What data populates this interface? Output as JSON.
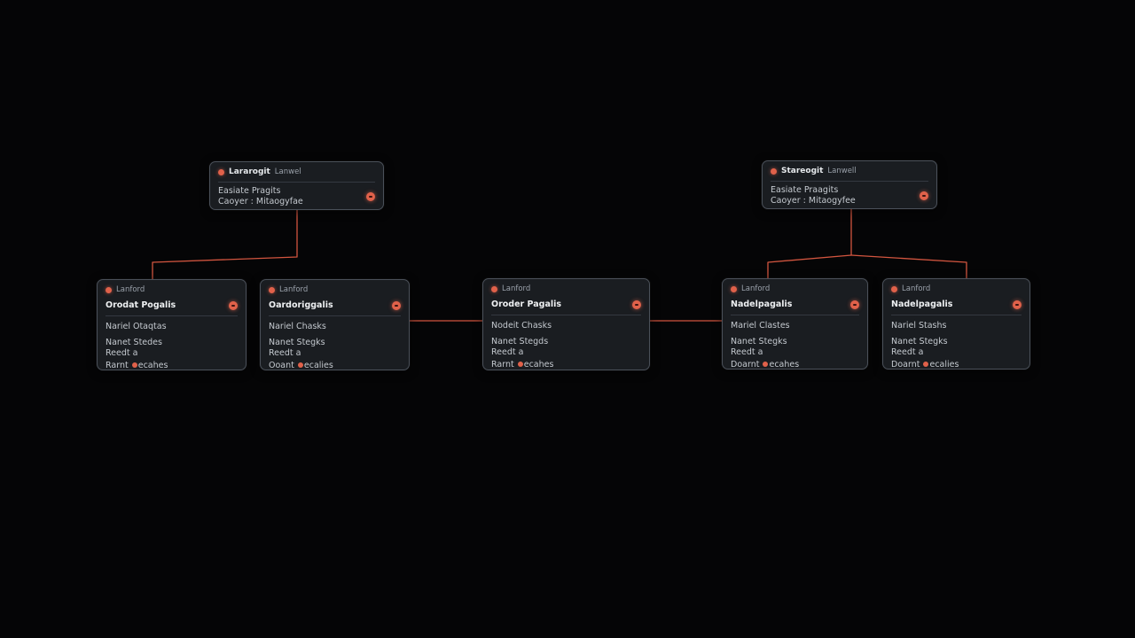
{
  "colors": {
    "background": "#050506",
    "card": "#1a1d21",
    "card_border": "#4a5059",
    "accent": "#e0614a",
    "connector": "#d2553f"
  },
  "icons": {
    "header_dot": "status-dot-icon",
    "card_status": "minus-circle-icon"
  },
  "roots": [
    {
      "header_name": "Lararogit",
      "header_sub": "Lanwel",
      "line1": "Easiate Pragits",
      "line2": "Caoyer : Mitaogyfae"
    },
    {
      "header_name": "Stareogit",
      "header_sub": "Lanwell",
      "line1": "Easiate Praagits",
      "line2": "Caoyer : Mitaogyfee"
    }
  ],
  "children": [
    {
      "header": "Lanford",
      "title": "Orodat Pogalis",
      "line1": "Nariel Otaqtas",
      "line2": "Nanet Stedes",
      "line3": "Reedt a",
      "last_pre": "Rarnt ",
      "last_post": "ecahes"
    },
    {
      "header": "Lanford",
      "title": "Oardoriggalis",
      "line1": "Nariel Chasks",
      "line2": "Nanet Stegks",
      "line3": "Reedt a",
      "last_pre": "Ooant ",
      "last_post": "ecalies"
    },
    {
      "header": "Lanford",
      "title": "Oroder Pagalis",
      "line1": "Nodeit Chasks",
      "line2": "Nanet Stegds",
      "line3": "Reedt a",
      "last_pre": "Rarnt ",
      "last_post": "ecahes"
    },
    {
      "header": "Lanford",
      "title": "Nadelpagalis",
      "line1": "Mariel Clastes",
      "line2": "Nanet Stegks",
      "line3": "Reedt a",
      "last_pre": "Doarnt ",
      "last_post": "ecahes"
    },
    {
      "header": "Lanford",
      "title": "Nadelpagalis",
      "line1": "Nariel Stashs",
      "line2": "Nanet Stegks",
      "line3": "Reedt a",
      "last_pre": "Doarnt ",
      "last_post": "ecalies"
    }
  ]
}
